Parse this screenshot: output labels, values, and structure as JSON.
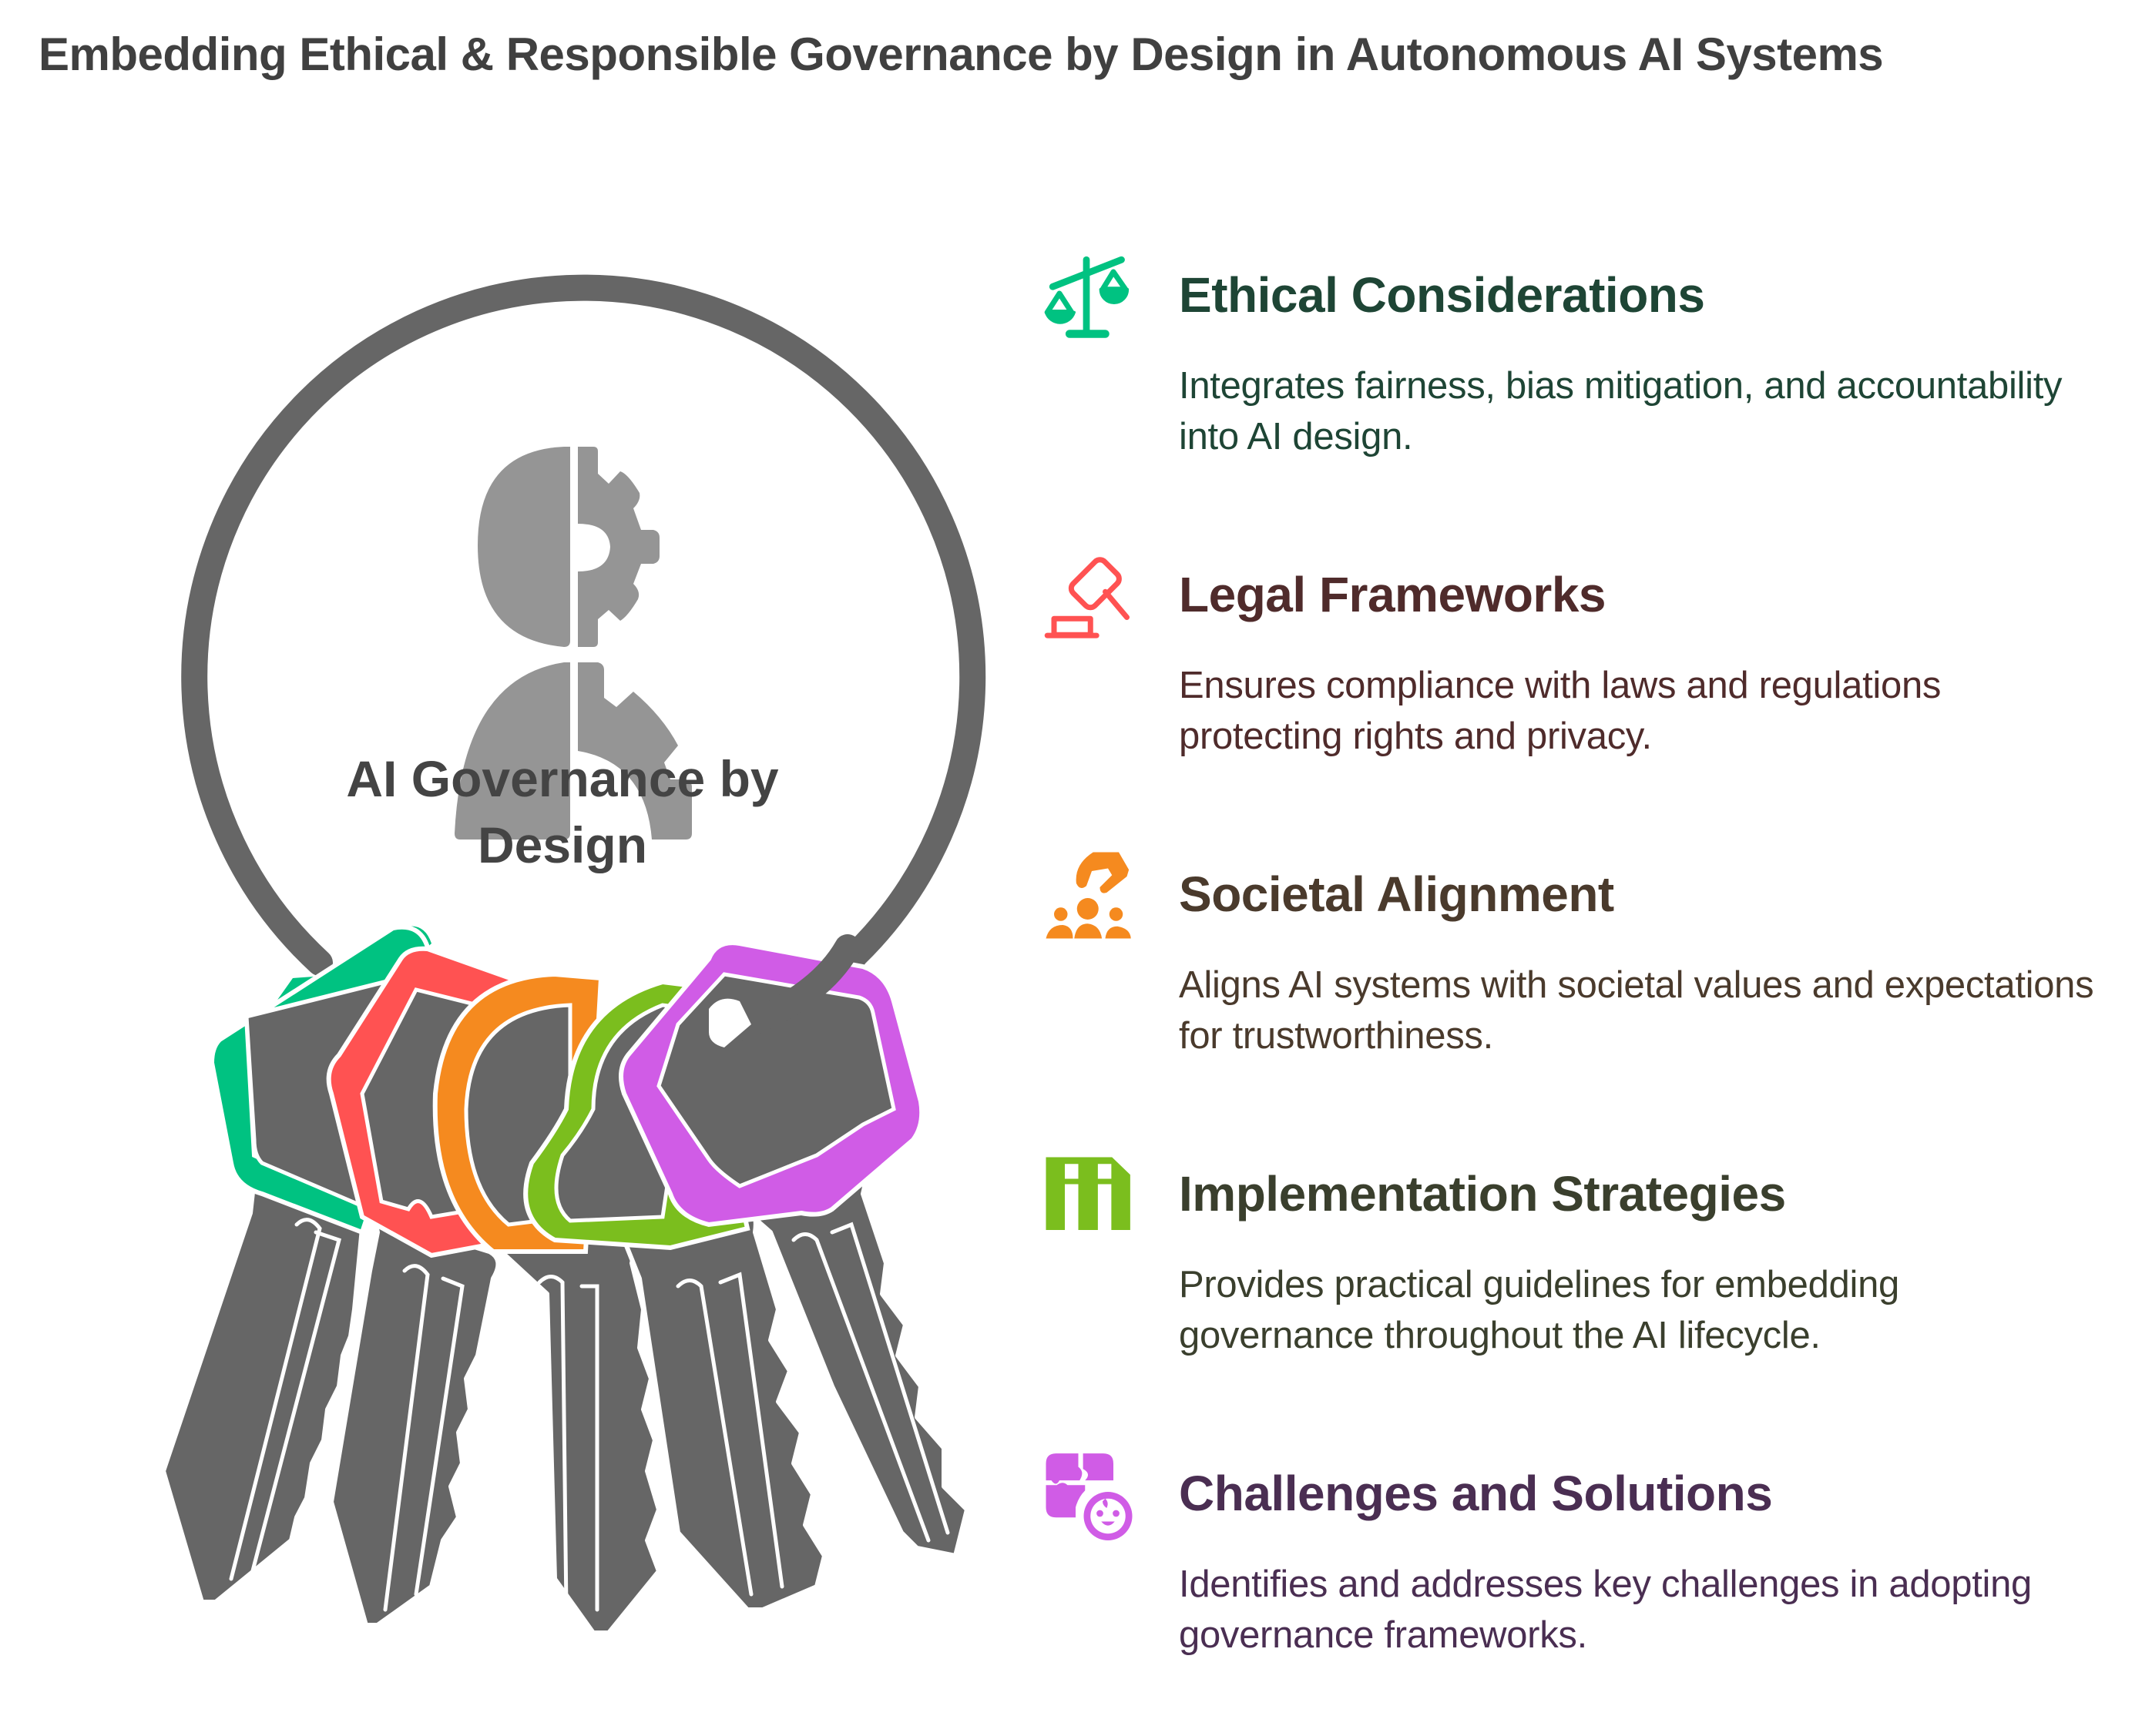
{
  "title": "Embedding Ethical & Responsible Governance by Design in Autonomous AI Systems",
  "center": {
    "label_line1": "AI Governance by",
    "label_line2": "Design",
    "icon": "person-gear-icon",
    "ring_color": "#666666",
    "icon_color": "#959595"
  },
  "keys": [
    {
      "color": "#00C281",
      "item": "Ethical Considerations"
    },
    {
      "color": "#FF5252",
      "item": "Legal Frameworks"
    },
    {
      "color": "#F58A1F",
      "item": "Societal Alignment"
    },
    {
      "color": "#7BBE1E",
      "item": "Implementation Strategies"
    },
    {
      "color": "#D05CE6",
      "item": "Challenges and Solutions"
    }
  ],
  "items": [
    {
      "heading": "Ethical Considerations",
      "desc": "Integrates fairness, bias mitigation, and accountability into AI design.",
      "icon": "scale-icon",
      "icon_color": "#00C281",
      "text_color": "#1E4535"
    },
    {
      "heading": "Legal Frameworks",
      "desc": "Ensures compliance with laws and regulations protecting rights and privacy.",
      "icon": "gavel-icon",
      "icon_color": "#FF5252",
      "text_color": "#4F2B2B"
    },
    {
      "heading": "Societal Alignment",
      "desc": "Aligns AI systems with societal values and expectations for trustworthiness.",
      "icon": "community-question-icon",
      "icon_color": "#F58A1F",
      "text_color": "#4A3A2C"
    },
    {
      "heading": "Implementation Strategies",
      "desc": "Provides practical guidelines for embedding governance throughout the AI lifecycle.",
      "icon": "blueprint-icon",
      "icon_color": "#7BBE1E",
      "text_color": "#3A3F2D"
    },
    {
      "heading": "Challenges and Solutions",
      "desc": "Identifies and addresses key challenges in adopting governance frameworks.",
      "icon": "puzzle-face-icon",
      "icon_color": "#D05CE6",
      "text_color": "#4A2E52"
    }
  ]
}
